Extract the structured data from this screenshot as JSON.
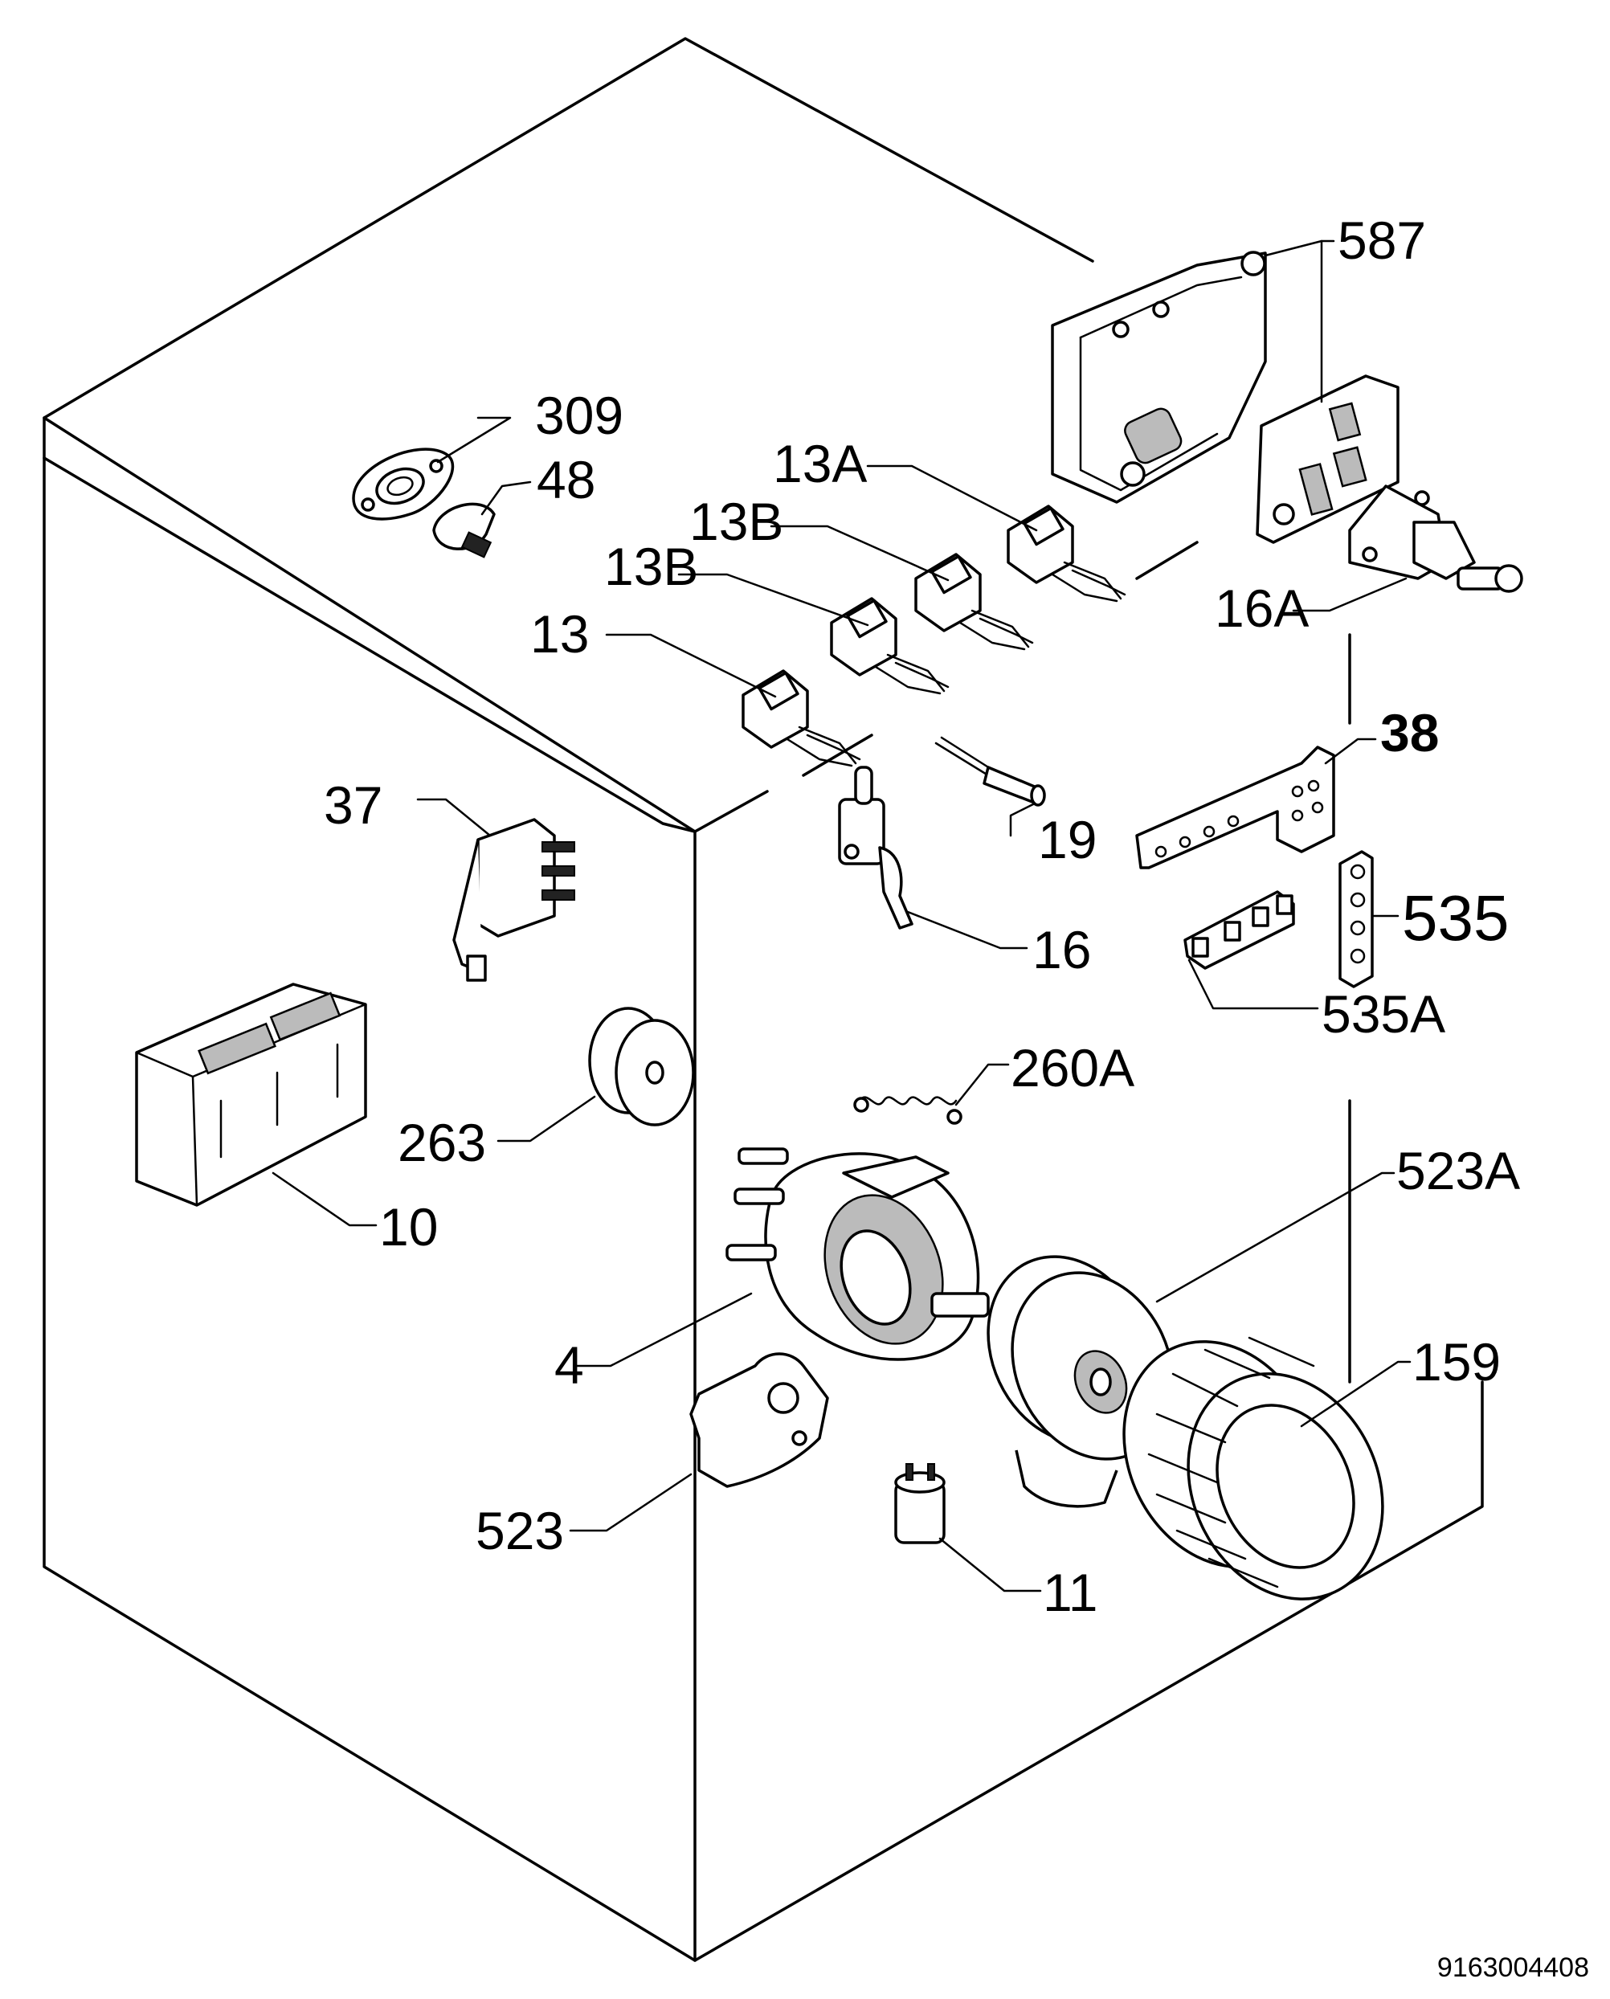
{
  "doc_number": "9163004408",
  "callouts": [
    {
      "id": "587",
      "main": "587",
      "suffix": ""
    },
    {
      "id": "309",
      "main": "309",
      "suffix": ""
    },
    {
      "id": "48",
      "main": "48",
      "suffix": ""
    },
    {
      "id": "13A",
      "main": "13",
      "suffix": "A"
    },
    {
      "id": "13B1",
      "main": "13",
      "suffix": "B"
    },
    {
      "id": "13B2",
      "main": "13",
      "suffix": "B"
    },
    {
      "id": "13",
      "main": "13",
      "suffix": ""
    },
    {
      "id": "16A",
      "main": "16",
      "suffix": "A"
    },
    {
      "id": "38",
      "main": "38",
      "suffix": ""
    },
    {
      "id": "37",
      "main": "37",
      "suffix": ""
    },
    {
      "id": "19",
      "main": "19",
      "suffix": ""
    },
    {
      "id": "16",
      "main": "16",
      "suffix": ""
    },
    {
      "id": "535",
      "main": "535",
      "suffix": ""
    },
    {
      "id": "535A",
      "main": "535",
      "suffix": "A"
    },
    {
      "id": "260A",
      "main": "260",
      "suffix": "A"
    },
    {
      "id": "263",
      "main": "263",
      "suffix": ""
    },
    {
      "id": "10",
      "main": "10",
      "suffix": ""
    },
    {
      "id": "523A",
      "main": "523",
      "suffix": "A"
    },
    {
      "id": "4",
      "main": "4",
      "suffix": ""
    },
    {
      "id": "159",
      "main": "159",
      "suffix": ""
    },
    {
      "id": "523",
      "main": "523",
      "suffix": ""
    },
    {
      "id": "11",
      "main": "11",
      "suffix": ""
    }
  ]
}
